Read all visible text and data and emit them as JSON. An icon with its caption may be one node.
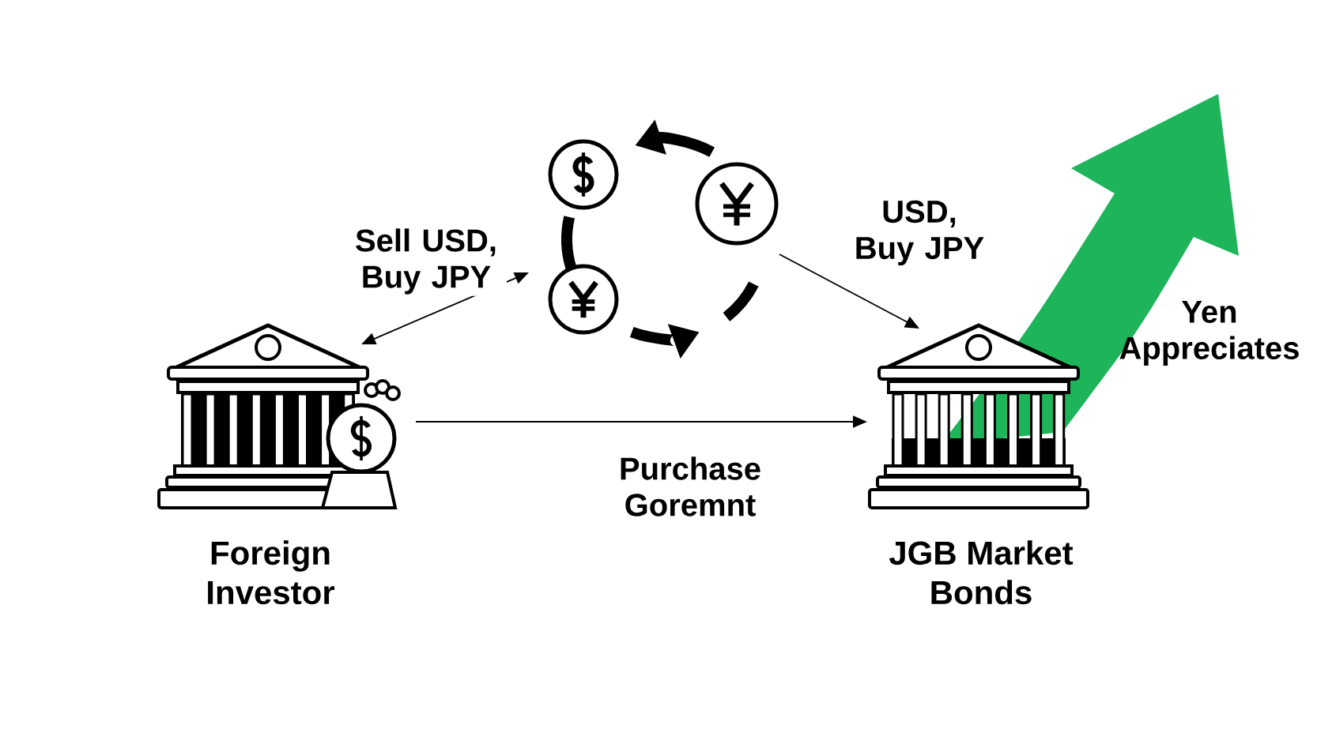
{
  "diagram": {
    "nodes": [
      {
        "text": [
          "Foreign Investor"
        ]
      },
      {
        "text": [],
        "shape": "picture"
      },
      {
        "text": [
          "JGB Market Bonds"
        ]
      }
    ],
    "edges": [
      {
        "from": 0,
        "to": 1,
        "arrow": "both",
        "label": "Sell USD, Buy JPY"
      },
      {
        "from": 1,
        "to": 2,
        "arrow": "to",
        "label": "USD, Buy JPY"
      },
      {
        "from": 0,
        "to": 2,
        "arrow": "to",
        "label": "Purchase Goremnt"
      }
    ],
    "labels": [
      "Yen Appreciates"
    ]
  }
}
